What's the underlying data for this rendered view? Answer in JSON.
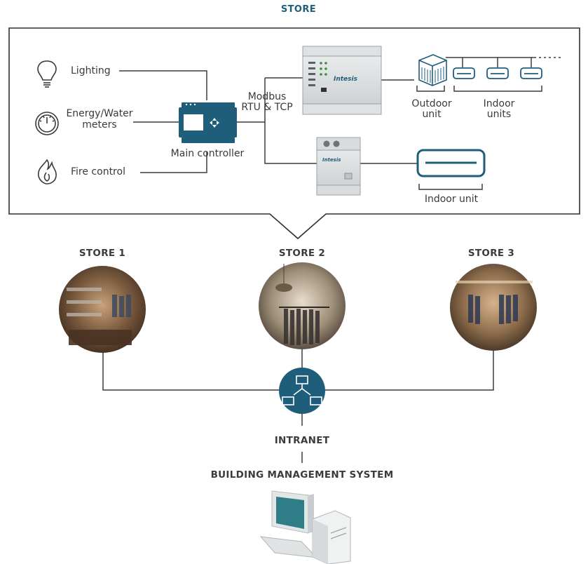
{
  "store_section": {
    "title": "STORE",
    "devices": {
      "lighting": "Lighting",
      "meters_line1": "Energy/Water",
      "meters_line2": "meters",
      "fire": "Fire control",
      "main_controller": "Main controller",
      "protocol_line1": "Modbus",
      "protocol_line2": "RTU & TCP",
      "gateway_brand": "Intesis",
      "outdoor_line1": "Outdoor",
      "outdoor_line2": "unit",
      "indoor_units_line1": "Indoor",
      "indoor_units_line2": "units",
      "indoor_unit": "Indoor unit"
    }
  },
  "stores": [
    {
      "label": "STORE 1"
    },
    {
      "label": "STORE 2"
    },
    {
      "label": "STORE 3"
    }
  ],
  "network": {
    "intranet": "INTRANET",
    "bms": "BUILDING MANAGEMENT SYSTEM"
  },
  "colors": {
    "accent_teal": "#1f5e7a",
    "line": "#3c3c3c",
    "frame": "#2f2f2f"
  }
}
